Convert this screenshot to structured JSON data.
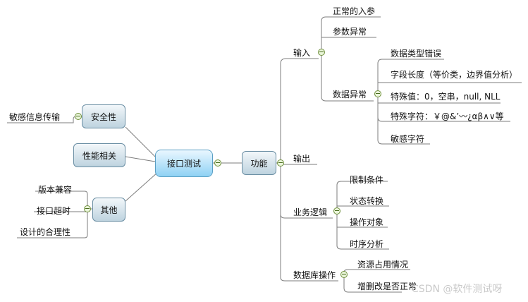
{
  "root": {
    "label": "接口测试"
  },
  "left": {
    "security": {
      "label": "安全性",
      "child": "敏感信息传输"
    },
    "performance": {
      "label": "性能相关"
    },
    "other": {
      "label": "其他",
      "children": [
        "版本兼容",
        "接口超时",
        "设计的合理性"
      ]
    }
  },
  "function": {
    "label": "功能",
    "input": {
      "label": "输入",
      "normal": "正常的入参",
      "param_error": "参数异常",
      "data_error": {
        "label": "数据异常",
        "children": [
          "数据类型错误",
          "字段长度（等价类，边界值分析）",
          "特殊值：0，空串，null, NLL",
          "特殊字符：￥@&’〰¿αβ∧∨等",
          "敏感字符"
        ]
      }
    },
    "output": {
      "label": "输出"
    },
    "business": {
      "label": "业务逻辑",
      "children": [
        "限制条件",
        "状态转换",
        "操作对象",
        "时序分析"
      ]
    },
    "database": {
      "label": "数据库操作",
      "children": [
        "资源占用情况",
        "增删改是否正常"
      ]
    }
  },
  "watermark": "CSDN @软件测试呀"
}
